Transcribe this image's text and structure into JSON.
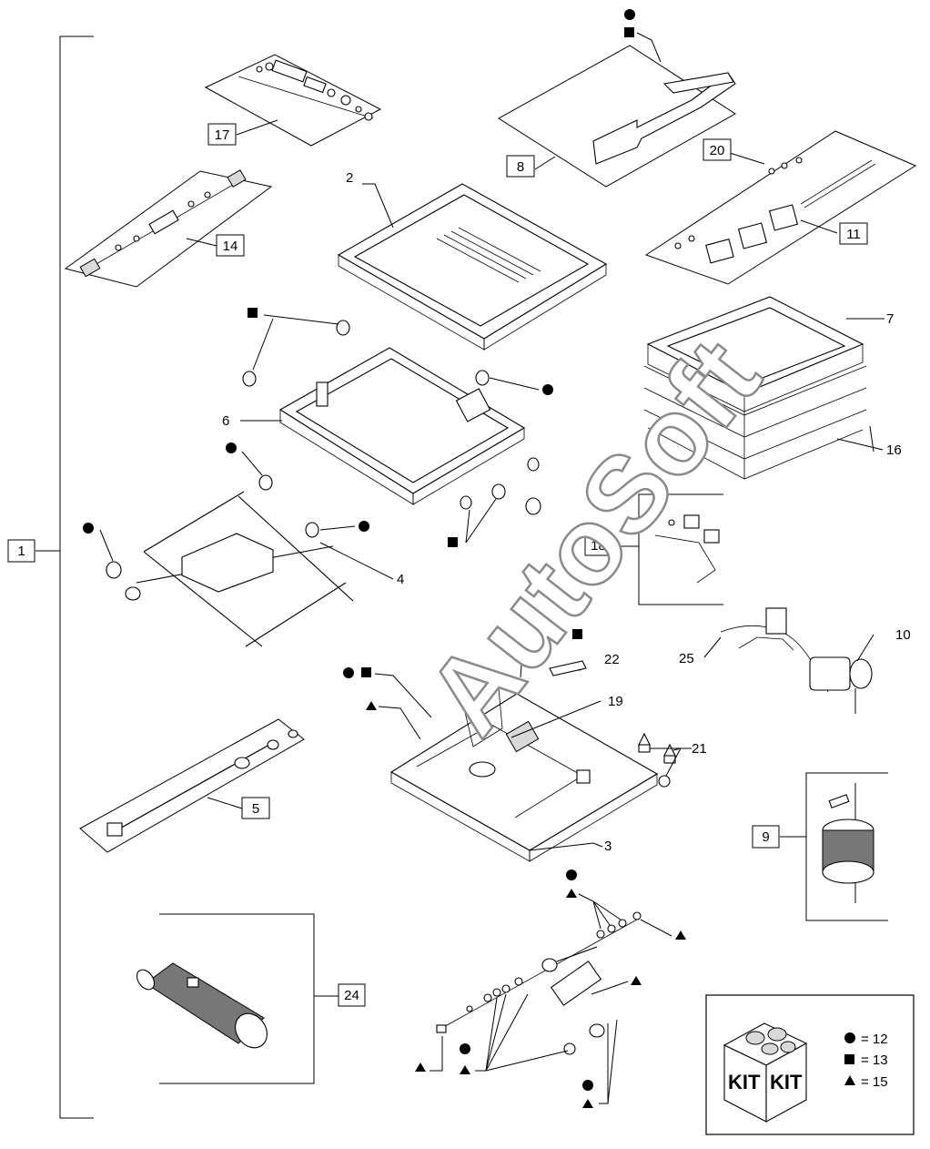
{
  "callouts": {
    "c1": "1",
    "c2": "2",
    "c3": "3",
    "c4": "4",
    "c5": "5",
    "c6": "6",
    "c7": "7",
    "c8": "8",
    "c9": "9",
    "c10": "10",
    "c11": "11",
    "c14": "14",
    "c16": "16",
    "c17": "17",
    "c18": "18",
    "c19": "19",
    "c20": "20",
    "c21": "21",
    "c22": "22",
    "c24": "24",
    "c25": "25"
  },
  "kit": {
    "box_word": "KIT",
    "legend": [
      {
        "symbol": "circle",
        "text": "= 12"
      },
      {
        "symbol": "square",
        "text": "= 13"
      },
      {
        "symbol": "triangle",
        "text": "= 15"
      }
    ]
  },
  "watermark": "AutoSoft"
}
